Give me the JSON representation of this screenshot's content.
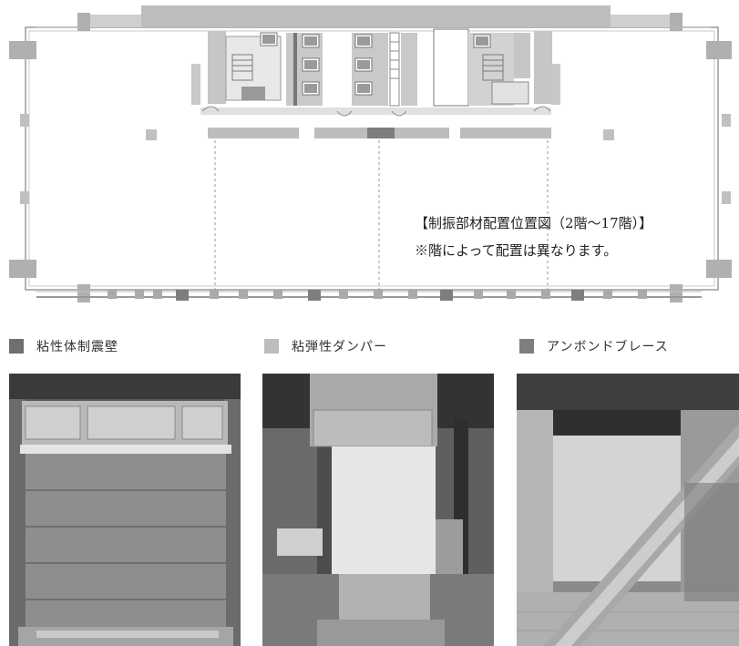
{
  "plan": {
    "caption_title": "【制振部材配置位置図（2階〜17階）】",
    "caption_note": "※階によって配置は異なります。"
  },
  "legend": [
    {
      "label": "粘性体制震壁",
      "color": "#6f6f6f"
    },
    {
      "label": "粘弾性ダンパー",
      "color": "#bdbdbd"
    },
    {
      "label": "アンボンドブレース",
      "color": "#7e7e7e"
    }
  ],
  "photos": [
    {
      "subject": "viscous-damping-wall"
    },
    {
      "subject": "viscoelastic-damper"
    },
    {
      "subject": "unbonded-brace"
    }
  ]
}
